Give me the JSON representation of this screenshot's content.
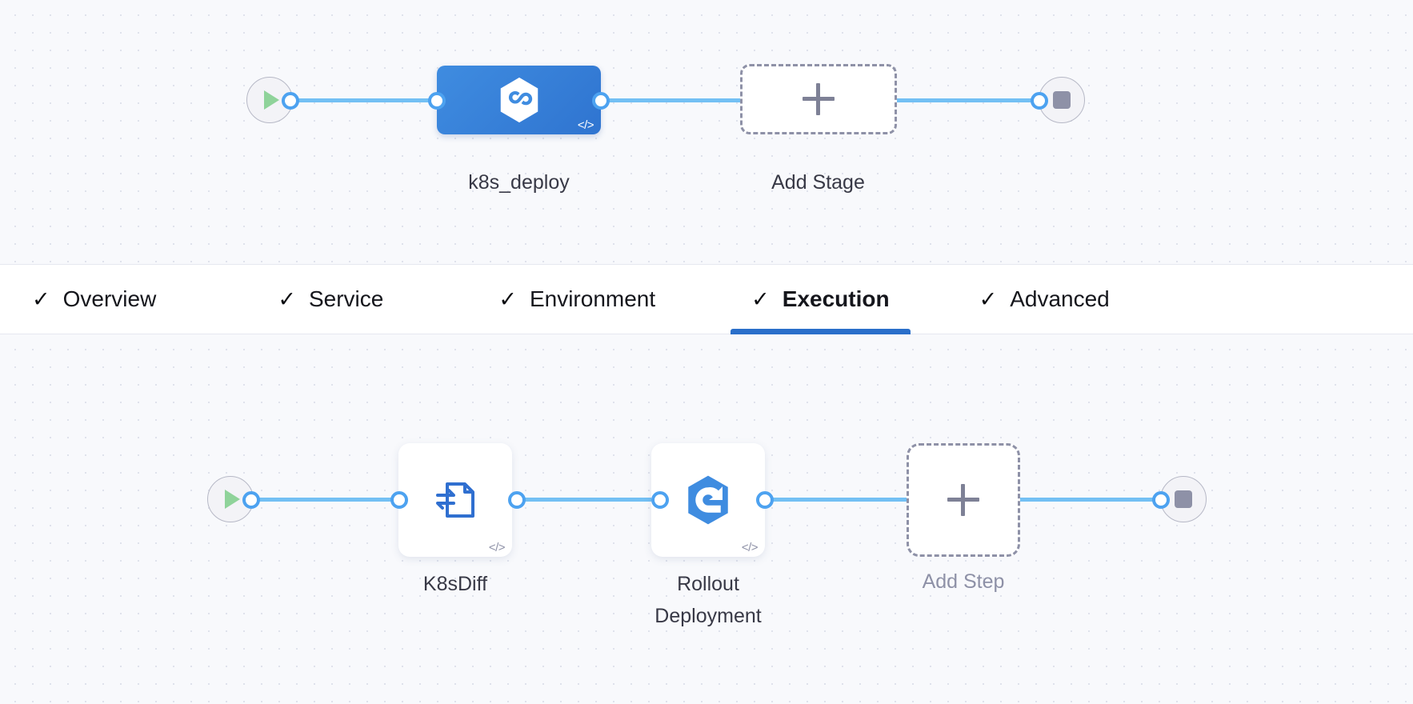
{
  "stage_graph": {
    "start_node": {
      "name": "pipeline-start",
      "icon": "play-icon"
    },
    "stage": {
      "label": "k8s_deploy",
      "icon": "harness-cd-hexagon-icon",
      "code_badge": "</>",
      "color": "#3f8ce0"
    },
    "add_stage": {
      "label": "Add Stage",
      "icon": "plus-icon"
    },
    "end_node": {
      "name": "pipeline-end",
      "icon": "stop-icon"
    }
  },
  "tabs": {
    "check_glyph": "✓",
    "active_color": "#2a6fca",
    "items": [
      {
        "label": "Overview",
        "checked": true,
        "active": false
      },
      {
        "label": "Service",
        "checked": true,
        "active": false
      },
      {
        "label": "Environment",
        "checked": true,
        "active": false
      },
      {
        "label": "Execution",
        "checked": true,
        "active": true
      },
      {
        "label": "Advanced",
        "checked": true,
        "active": false
      }
    ]
  },
  "execution_graph": {
    "start_node": {
      "name": "execution-start",
      "icon": "play-icon"
    },
    "steps": [
      {
        "label": "K8sDiff",
        "icon": "k8s-diff-document-icon",
        "code_badge": "</>"
      },
      {
        "label": "Rollout\nDeployment",
        "icon": "rollout-deployment-hexagon-icon",
        "code_badge": "</>"
      }
    ],
    "add_step": {
      "label": "Add Step",
      "icon": "plus-icon"
    },
    "end_node": {
      "name": "execution-end",
      "icon": "stop-icon"
    }
  },
  "theme": {
    "canvas_bg": "#f8f9fc",
    "connector_color": "#73c0f4",
    "port_color": "#4da2f0",
    "accent_blue": "#2a6fca",
    "muted_text": "#8e91a7"
  }
}
